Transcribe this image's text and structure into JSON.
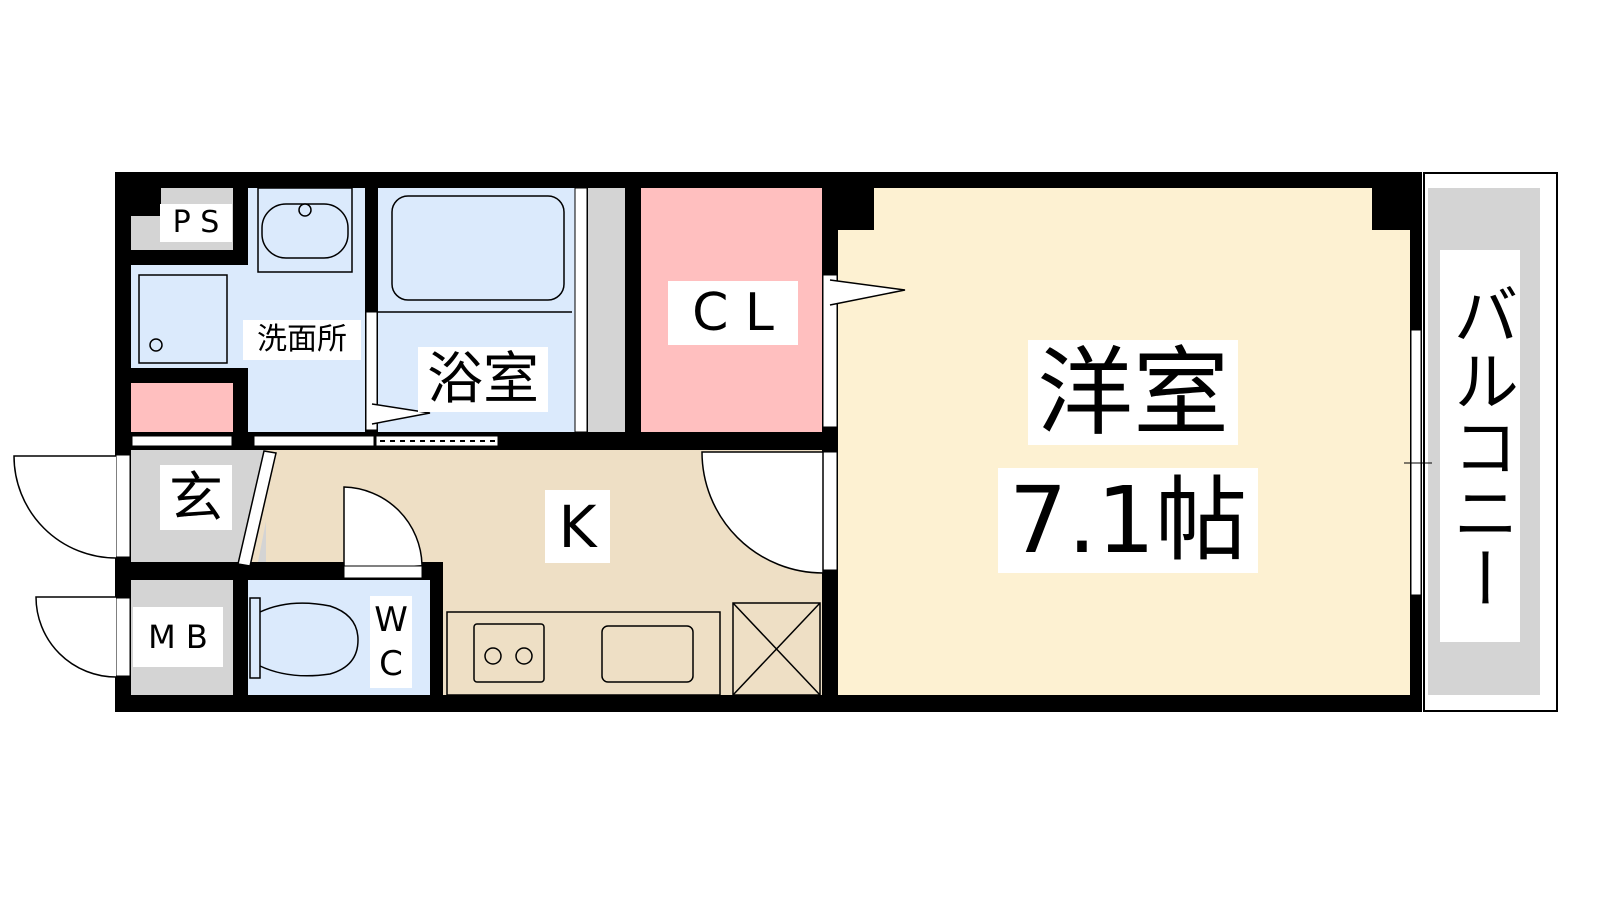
{
  "labels": {
    "ps": "P S",
    "washroom": "洗面所",
    "bath": "浴室",
    "closet": "C L",
    "western_room": "洋室",
    "western_room_size": "7.1帖",
    "kitchen": "K",
    "entrance": "玄",
    "meter_box": "M B",
    "wc_w": "W",
    "wc_c": "C",
    "balcony": "バルコニー"
  },
  "colors": {
    "wall": "#000000",
    "wet_area": "#dbeafc",
    "closet": "#ffbfbf",
    "western_room": "#fdf1d2",
    "kitchen": "#eedfc5",
    "utility": "#d4d4d4"
  }
}
